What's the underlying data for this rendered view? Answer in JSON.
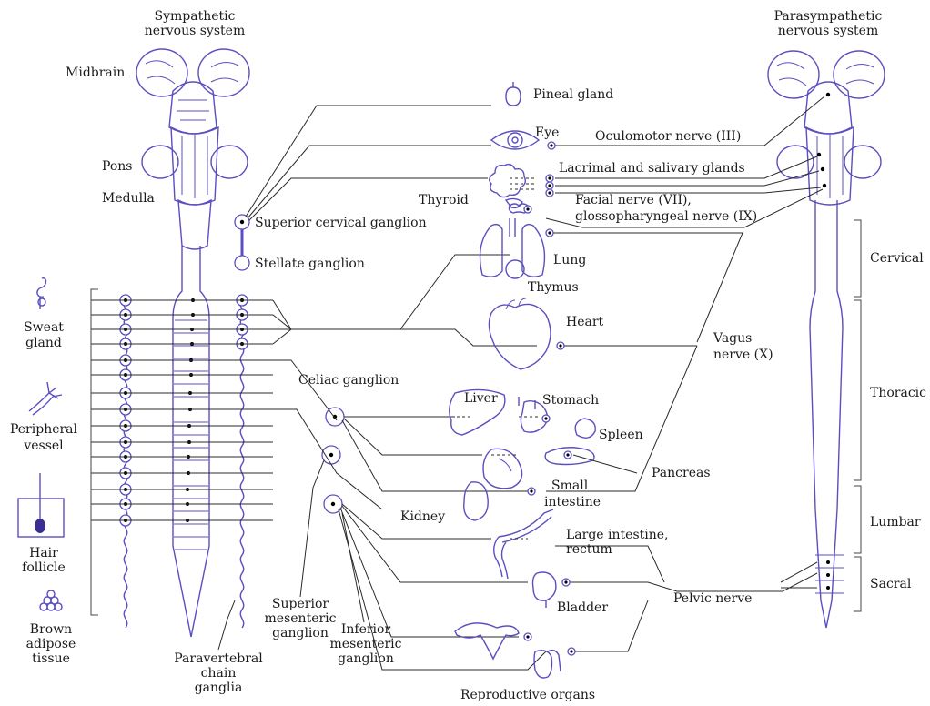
{
  "colors": {
    "ink": "#5a4fc0",
    "wire": "#2a2a2a",
    "background": "#ffffff"
  },
  "titles": {
    "sympathetic_1": "Sympathetic",
    "sympathetic_2": "nervous system",
    "parasympathetic_1": "Parasympathetic",
    "parasympathetic_2": "nervous system"
  },
  "brain": {
    "midbrain": "Midbrain",
    "pons": "Pons",
    "medulla": "Medulla"
  },
  "ganglia": {
    "superior_cervical": "Superior cervical ganglion",
    "stellate": "Stellate ganglion",
    "celiac": "Celiac ganglion",
    "superior_mesenteric_1": "Superior",
    "superior_mesenteric_2": "mesenteric",
    "superior_mesenteric_3": "ganglion",
    "inferior_mesenteric_1": "Inferior",
    "inferior_mesenteric_2": "mesenteric",
    "inferior_mesenteric_3": "ganglion",
    "paravertebral_1": "Paravertebral",
    "paravertebral_2": "chain",
    "paravertebral_3": "ganglia"
  },
  "skin_targets": {
    "sweat_1": "Sweat",
    "sweat_2": "gland",
    "vessel_1": "Peripheral",
    "vessel_2": "vessel",
    "hair_1": "Hair",
    "hair_2": "follicle",
    "adipose_1": "Brown",
    "adipose_2": "adipose",
    "adipose_3": "tissue"
  },
  "organs": {
    "pineal": "Pineal gland",
    "eye": "Eye",
    "lacrimal": "Lacrimal and salivary glands",
    "thyroid": "Thyroid",
    "lung": "Lung",
    "thymus": "Thymus",
    "heart": "Heart",
    "liver": "Liver",
    "stomach": "Stomach",
    "spleen": "Spleen",
    "pancreas": "Pancreas",
    "small_intestine_1": "Small",
    "small_intestine_2": "intestine",
    "kidney": "Kidney",
    "large_intestine_1": "Large intestine,",
    "large_intestine_2": "rectum",
    "bladder": "Bladder",
    "reproductive": "Reproductive organs"
  },
  "nerves": {
    "oculomotor": "Oculomotor nerve (III)",
    "facial_1": "Facial nerve (VII),",
    "facial_2": "glossopharyngeal nerve (IX)",
    "vagus_1": "Vagus",
    "vagus_2": "nerve (X)",
    "pelvic": "Pelvic nerve"
  },
  "spinal_regions": {
    "cervical": "Cervical",
    "thoracic": "Thoracic",
    "lumbar": "Lumbar",
    "sacral": "Sacral"
  }
}
